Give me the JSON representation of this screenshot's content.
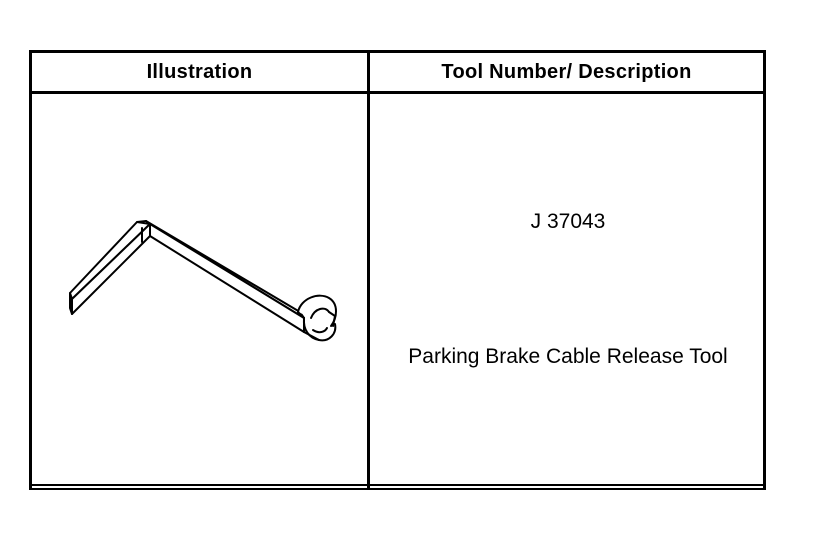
{
  "table": {
    "headers": {
      "illustration": "Illustration",
      "tool_number_description": "Tool Number/ Description"
    },
    "rows": [
      {
        "illustration_icon": "parking-brake-cable-release-tool-icon",
        "tool_number": "J 37043",
        "description": "Parking Brake Cable Release Tool"
      }
    ]
  },
  "colors": {
    "line": "#000000",
    "background": "#ffffff"
  }
}
